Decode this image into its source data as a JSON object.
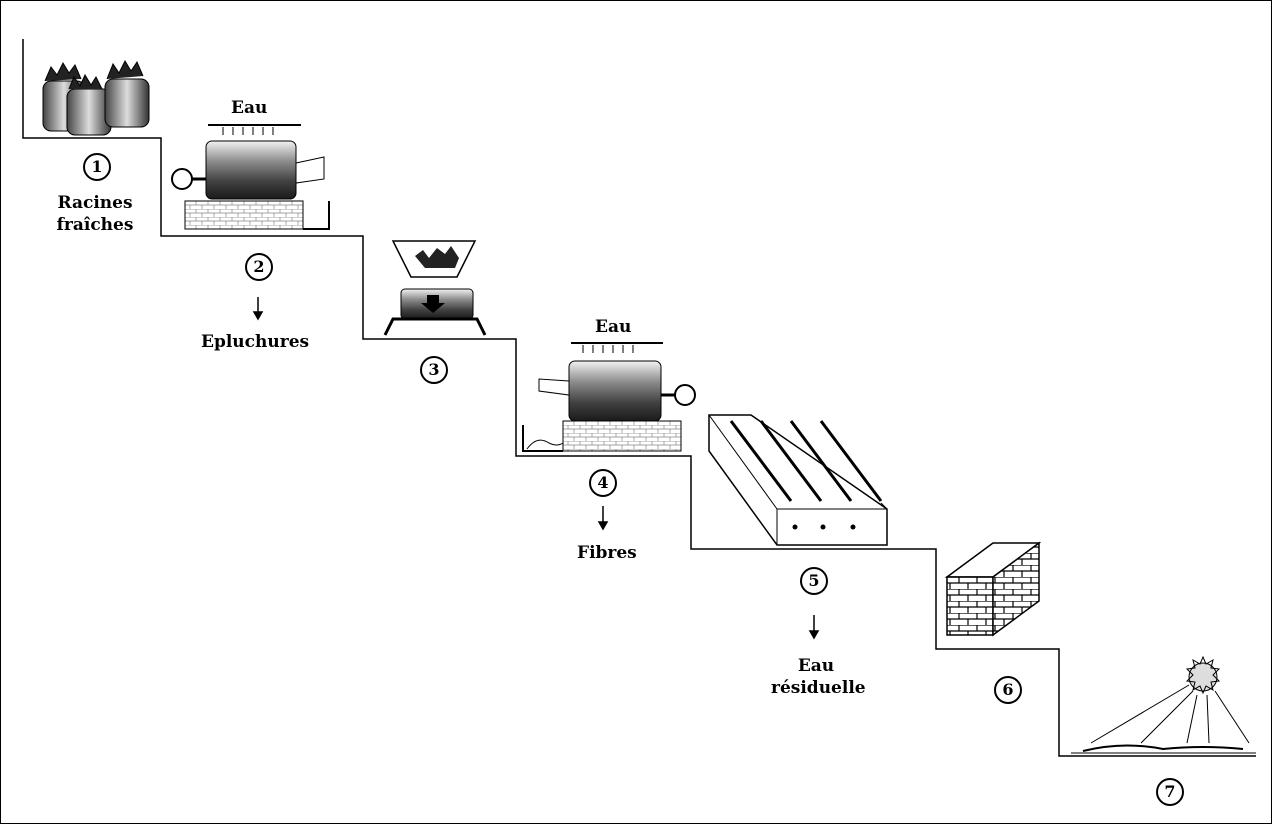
{
  "steps": [
    {
      "number": "1",
      "label": "Racines\nfraîches"
    },
    {
      "number": "2",
      "label": "Epluchures"
    },
    {
      "number": "3",
      "label": ""
    },
    {
      "number": "4",
      "label": "Fibres"
    },
    {
      "number": "5",
      "label": "Eau\nrésiduelle"
    },
    {
      "number": "6",
      "label": ""
    },
    {
      "number": "7",
      "label": ""
    }
  ],
  "water_labels": [
    "Eau",
    "Eau"
  ]
}
